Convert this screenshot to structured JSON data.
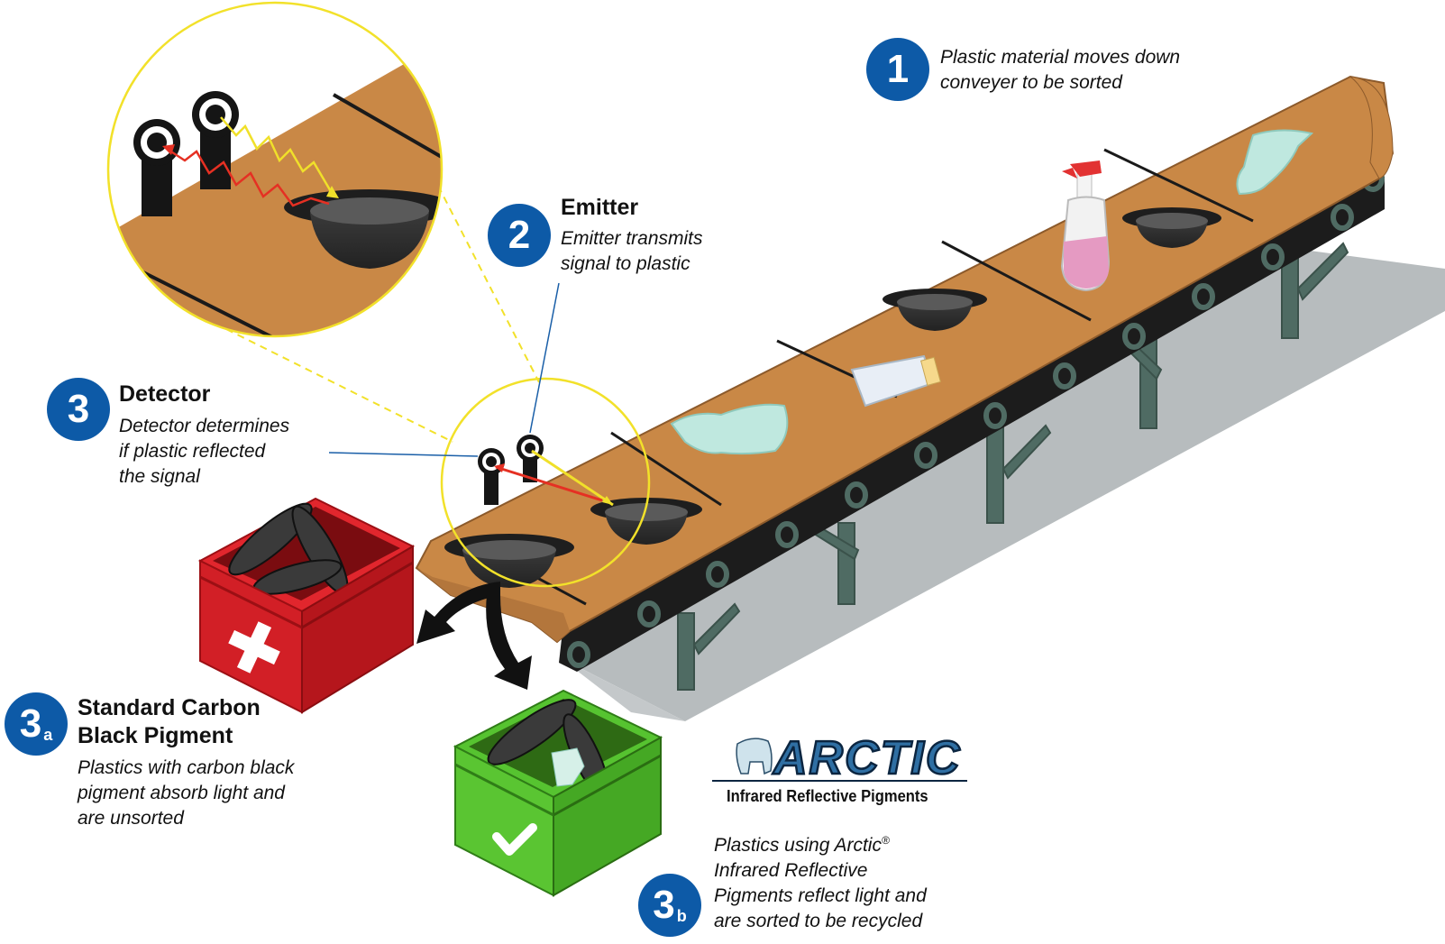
{
  "steps": {
    "step1": {
      "number": "1",
      "text_lines": [
        "Plastic material moves down",
        "conveyer to be sorted"
      ]
    },
    "step2": {
      "number": "2",
      "title": "Emitter",
      "text_lines": [
        "Emitter transmits",
        "signal to plastic"
      ]
    },
    "step3": {
      "number": "3",
      "title": "Detector",
      "text_lines": [
        "Detector determines",
        "if plastic reflected",
        "the signal"
      ]
    },
    "step3a": {
      "number": "3",
      "sub": "a",
      "title_lines": [
        "Standard Carbon",
        "Black Pigment"
      ],
      "text_lines": [
        "Plastics with carbon black",
        "pigment absorb light and",
        "are unsorted"
      ]
    },
    "step3b": {
      "number": "3",
      "sub": "b",
      "text_lines": [
        "Plastics using Arctic",
        "Infrared Reflective",
        "Pigments reflect light and",
        "are sorted to be recycled"
      ],
      "registered": "®"
    }
  },
  "logo": {
    "wordmark": "ARCTIC",
    "tagline": "Infrared Reflective Pigments"
  },
  "colors": {
    "badge": "#0d5aa7",
    "belt": "#c98846",
    "belt_dark": "#1c1c1c",
    "frame": "#4f6b63",
    "reject_bin": "#d21f26",
    "accept_bin": "#5ac532",
    "zoom_ring": "#f2e12a",
    "emitter_signal": "#f0e02a",
    "detector_signal": "#e53023",
    "leader_line": "#1a5fa8"
  },
  "icons": {
    "reject": "cross-icon",
    "accept": "check-icon"
  }
}
